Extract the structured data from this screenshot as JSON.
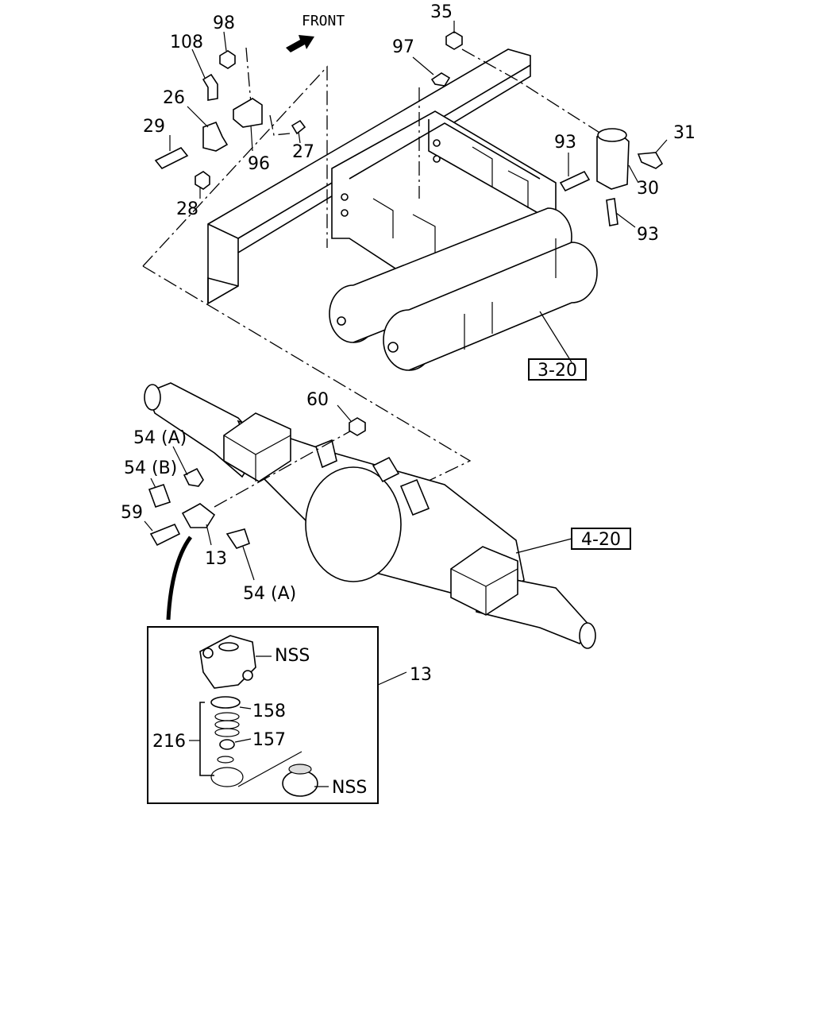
{
  "diagram": {
    "front_label": "FRONT",
    "callouts": {
      "c98": "98",
      "c108": "108",
      "c26": "26",
      "c29": "29",
      "c96": "96",
      "c27": "27",
      "c28": "28",
      "c97": "97",
      "c35": "35",
      "c93a": "93",
      "c31": "31",
      "c30": "30",
      "c93b": "93",
      "c60": "60",
      "c54a1": "54 (A)",
      "c54b": "54 (B)",
      "c59": "59",
      "c13a": "13",
      "c54a2": "54 (A)",
      "c13b": "13",
      "c158": "158",
      "c157": "157",
      "c216": "216",
      "nss1": "NSS",
      "nss2": "NSS"
    },
    "refs": {
      "r320": "3-20",
      "r420": "4-20"
    }
  }
}
